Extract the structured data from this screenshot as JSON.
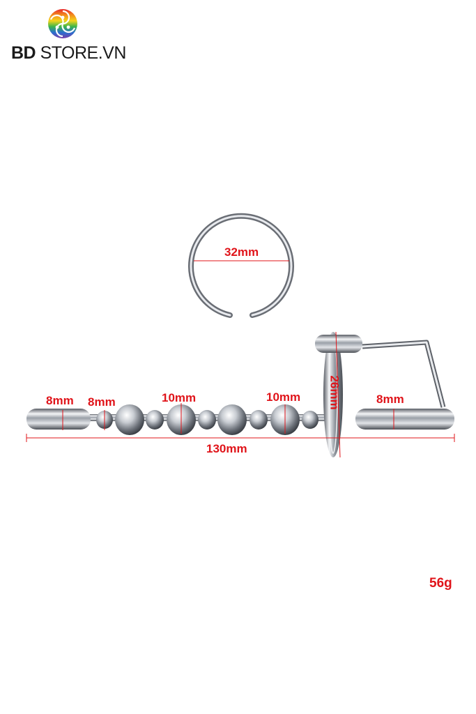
{
  "brand": {
    "bd": "BD",
    "store": "STORE.VN"
  },
  "dimensions": {
    "ring_diameter": "32mm",
    "left_cap": "8mm",
    "small_bead": "8mm",
    "mid_bead": "10mm",
    "right_bead": "10mm",
    "plate": "26mm",
    "right_cap": "8mm",
    "total_length": "130mm"
  },
  "weight": "56g",
  "colors": {
    "dimension_red": "#e0141a",
    "metal": "#c9ccd1"
  }
}
